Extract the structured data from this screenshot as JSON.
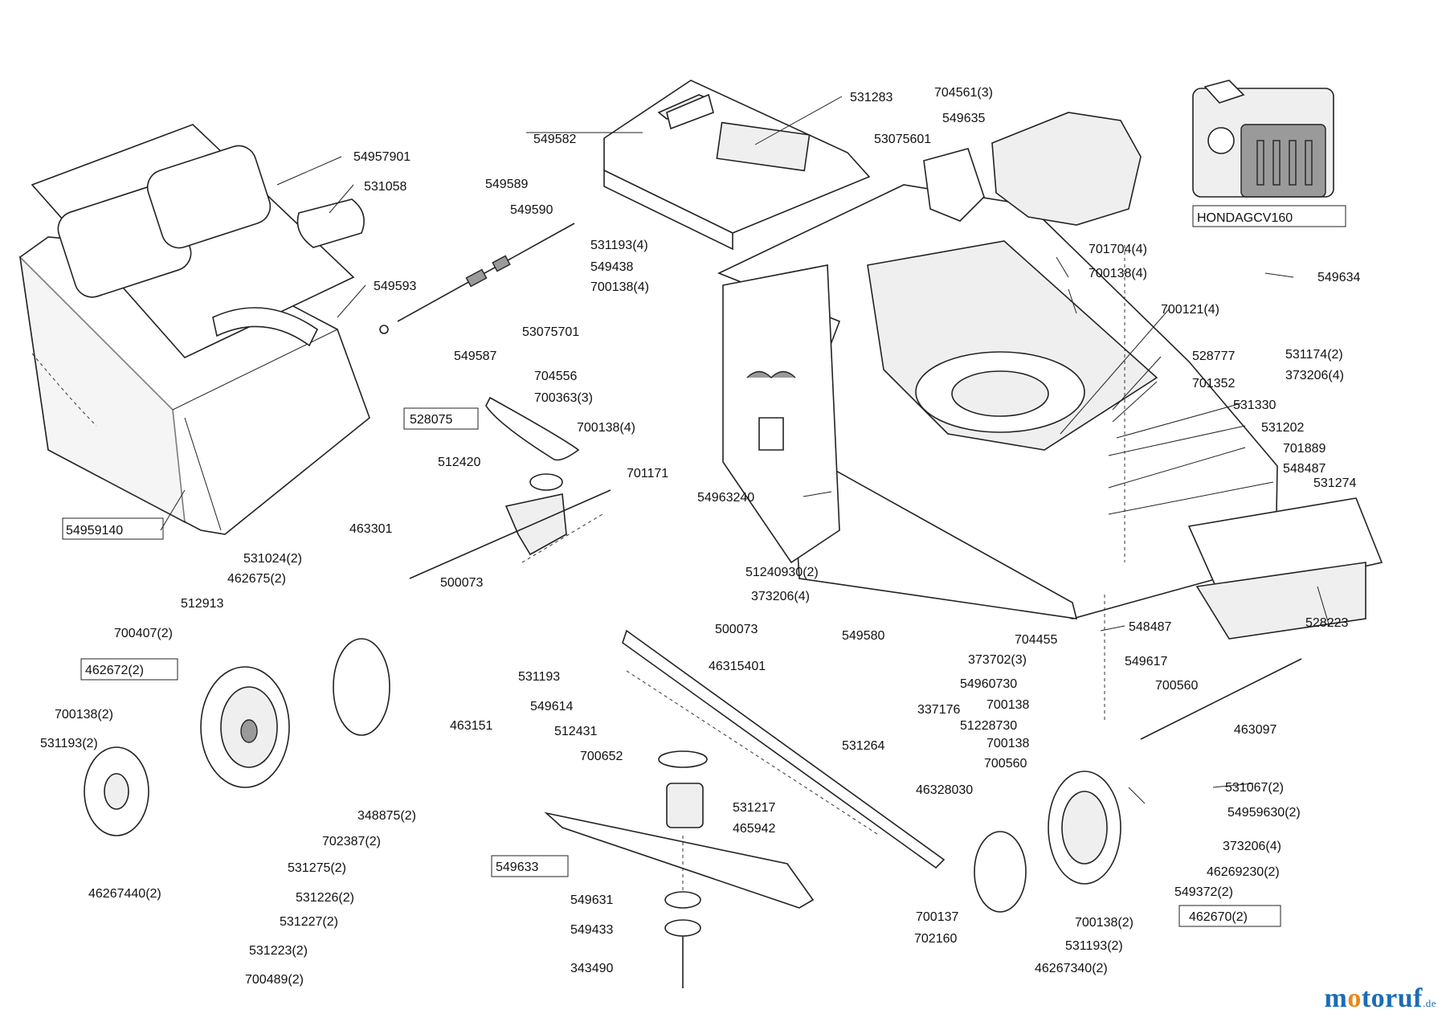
{
  "engine_label": "HONDAGCV160",
  "logo": {
    "text": "motoruf",
    "suffix": ".de",
    "color_primary": "#1a6db5",
    "color_accent": "#e8891c"
  },
  "parts": [
    {
      "id": "54957901"
    },
    {
      "id": "531058"
    },
    {
      "id": "549593"
    },
    {
      "id": "54959140"
    },
    {
      "id": "549589"
    },
    {
      "id": "549590"
    },
    {
      "id": "549587"
    },
    {
      "id": "549582"
    },
    {
      "id": "531283"
    },
    {
      "id": "704561(3)"
    },
    {
      "id": "549635"
    },
    {
      "id": "53075601"
    },
    {
      "id": "531193(4)"
    },
    {
      "id": "549438"
    },
    {
      "id": "700138(4)"
    },
    {
      "id": "53075701"
    },
    {
      "id": "704556"
    },
    {
      "id": "700363(3)"
    },
    {
      "id": "528075"
    },
    {
      "id": "700138(4)"
    },
    {
      "id": "701704(4)"
    },
    {
      "id": "700138(4)"
    },
    {
      "id": "549634"
    },
    {
      "id": "700121(4)"
    },
    {
      "id": "528777"
    },
    {
      "id": "531174(2)"
    },
    {
      "id": "373206(4)"
    },
    {
      "id": "701352"
    },
    {
      "id": "531330"
    },
    {
      "id": "531202"
    },
    {
      "id": "701889"
    },
    {
      "id": "548487"
    },
    {
      "id": "531274"
    },
    {
      "id": "512420"
    },
    {
      "id": "701171"
    },
    {
      "id": "54963240"
    },
    {
      "id": "463301"
    },
    {
      "id": "51240930(2)"
    },
    {
      "id": "531024(2)"
    },
    {
      "id": "462675(2)"
    },
    {
      "id": "500073"
    },
    {
      "id": "373206(4)"
    },
    {
      "id": "512913"
    },
    {
      "id": "528223"
    },
    {
      "id": "700407(2)"
    },
    {
      "id": "500073"
    },
    {
      "id": "549580"
    },
    {
      "id": "548487"
    },
    {
      "id": "462672(2)"
    },
    {
      "id": "704455"
    },
    {
      "id": "373702(3)"
    },
    {
      "id": "549617"
    },
    {
      "id": "531193"
    },
    {
      "id": "46315401"
    },
    {
      "id": "54960730"
    },
    {
      "id": "700560"
    },
    {
      "id": "463151"
    },
    {
      "id": "549614"
    },
    {
      "id": "337176"
    },
    {
      "id": "700138"
    },
    {
      "id": "51228730"
    },
    {
      "id": "463097"
    },
    {
      "id": "700138(2)"
    },
    {
      "id": "531193(2)"
    },
    {
      "id": "512431"
    },
    {
      "id": "531264"
    },
    {
      "id": "700138"
    },
    {
      "id": "700560"
    },
    {
      "id": "700652"
    },
    {
      "id": "531067(2)"
    },
    {
      "id": "531217"
    },
    {
      "id": "46328030"
    },
    {
      "id": "348875(2)"
    },
    {
      "id": "465942"
    },
    {
      "id": "54959630(2)"
    },
    {
      "id": "702387(2)"
    },
    {
      "id": "373206(4)"
    },
    {
      "id": "549633"
    },
    {
      "id": "46269230(2)"
    },
    {
      "id": "531275(2)"
    },
    {
      "id": "46267440(2)"
    },
    {
      "id": "531226(2)"
    },
    {
      "id": "549631"
    },
    {
      "id": "549372(2)"
    },
    {
      "id": "531227(2)"
    },
    {
      "id": "700137"
    },
    {
      "id": "462670(2)"
    },
    {
      "id": "549433"
    },
    {
      "id": "700138(2)"
    },
    {
      "id": "531223(2)"
    },
    {
      "id": "702160"
    },
    {
      "id": "531193(2)"
    },
    {
      "id": "343490"
    },
    {
      "id": "700489(2)"
    },
    {
      "id": "46267340(2)"
    }
  ]
}
